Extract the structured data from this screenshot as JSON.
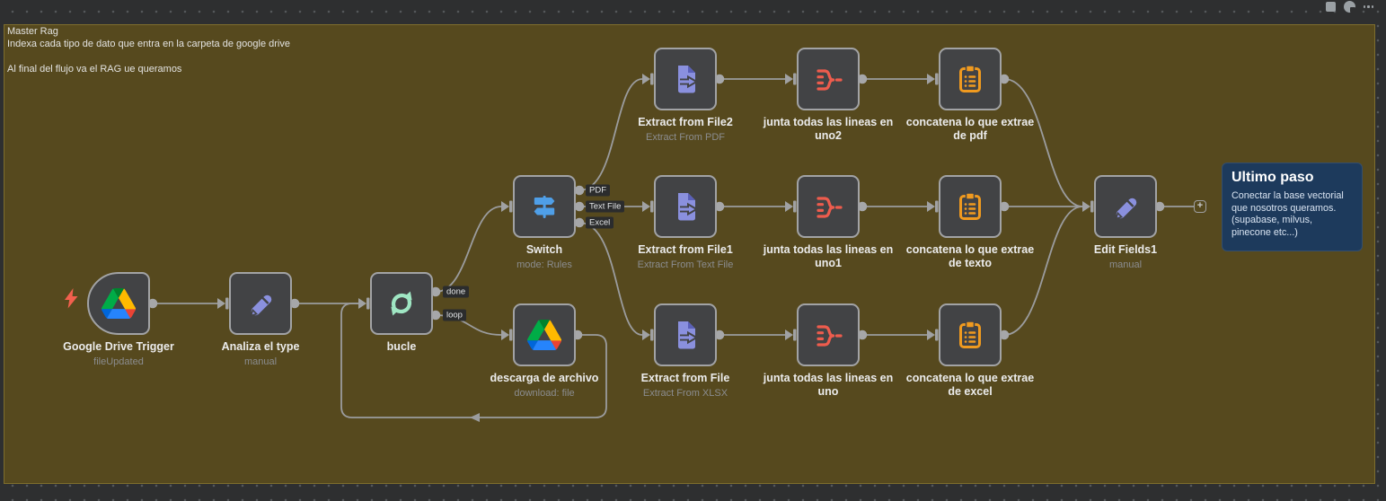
{
  "annotation": {
    "title": "Master Rag",
    "subtitle": "Indexa cada tipo de dato que entra en la carpeta de google drive",
    "footer": "Al final del flujo va el RAG ue queramos"
  },
  "sticky": {
    "title": "Ultimo paso",
    "body": "Conectar la base vectorial que nosotros queramos. (supabase, milvus, pinecone etc...)"
  },
  "nodes": {
    "gdrive_trigger": {
      "label": "Google Drive Trigger",
      "sublabel": "fileUpdated"
    },
    "analiza": {
      "label": "Analiza el type",
      "sublabel": "manual"
    },
    "bucle": {
      "label": "bucle"
    },
    "switch": {
      "label": "Switch",
      "sublabel": "mode: Rules"
    },
    "descarga": {
      "label": "descarga de archivo",
      "sublabel": "download: file"
    },
    "extract_pdf": {
      "label": "Extract from File2",
      "sublabel": "Extract From PDF"
    },
    "junta_pdf": {
      "label": "junta todas las lineas en uno2"
    },
    "concat_pdf": {
      "label": "concatena lo que extrae de pdf"
    },
    "extract_text": {
      "label": "Extract from File1",
      "sublabel": "Extract From Text File"
    },
    "junta_text": {
      "label": "junta todas las lineas en uno1"
    },
    "concat_text": {
      "label": "concatena lo que extrae de texto"
    },
    "extract_xlsx": {
      "label": "Extract from File",
      "sublabel": "Extract From XLSX"
    },
    "junta_xlsx": {
      "label": "junta todas las lineas en uno"
    },
    "concat_xlsx": {
      "label": "concatena lo que extrae de excel"
    },
    "edit_fields": {
      "label": "Edit Fields1",
      "sublabel": "manual"
    }
  },
  "ports": {
    "done": "done",
    "loop": "loop",
    "pdf": "PDF",
    "text_file": "Text File",
    "excel": "Excel"
  },
  "plus_label": "+",
  "colors": {
    "canvas": "#2e2f30",
    "selection_fill": "#56491e",
    "selection_border": "#7e6e2d",
    "node_bg": "#424345",
    "node_border": "#a2a3a5",
    "wire": "#9b9c9e",
    "accent_red": "#ee5c4d",
    "accent_orange": "#f09a1f",
    "accent_blue": "#4f9fe8",
    "accent_mint": "#9fe6c3",
    "accent_purple": "#8a90de",
    "sticky_bg": "#1d3a5c"
  }
}
